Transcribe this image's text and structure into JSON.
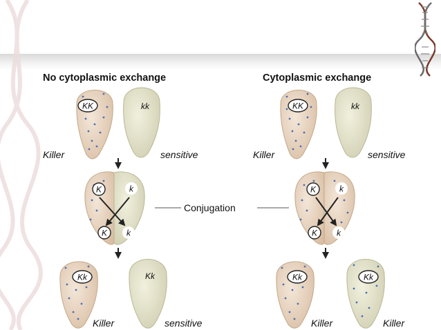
{
  "colors": {
    "killer_cell": "#e7d4bf",
    "sensitive_cell": "#e2e1ca",
    "particle": "#4a6fb5",
    "arrow": "#222222"
  },
  "panels": [
    {
      "heading": "No cytoplasmic exchange",
      "top": {
        "left_genotype": "KK",
        "left_label": "Killer",
        "right_genotype": "kk",
        "right_label": "sensitive"
      },
      "conjugation": {
        "top_left": "K",
        "top_right": "k",
        "bottom_left": "K",
        "bottom_right": "k"
      },
      "bottom": {
        "left_genotype": "Kk",
        "left_label": "Killer",
        "right_genotype": "Kk",
        "right_label": "sensitive"
      }
    },
    {
      "heading": "Cytoplasmic exchange",
      "top": {
        "left_genotype": "KK",
        "left_label": "Killer",
        "right_genotype": "kk",
        "right_label": "sensitive"
      },
      "conjugation": {
        "top_left": "K",
        "top_right": "k",
        "bottom_left": "K",
        "bottom_right": "k"
      },
      "bottom": {
        "left_genotype": "Kk",
        "left_label": "Killer",
        "right_genotype": "Kk",
        "right_label": "Killer"
      }
    }
  ],
  "conjugation_label": "Conjugation"
}
